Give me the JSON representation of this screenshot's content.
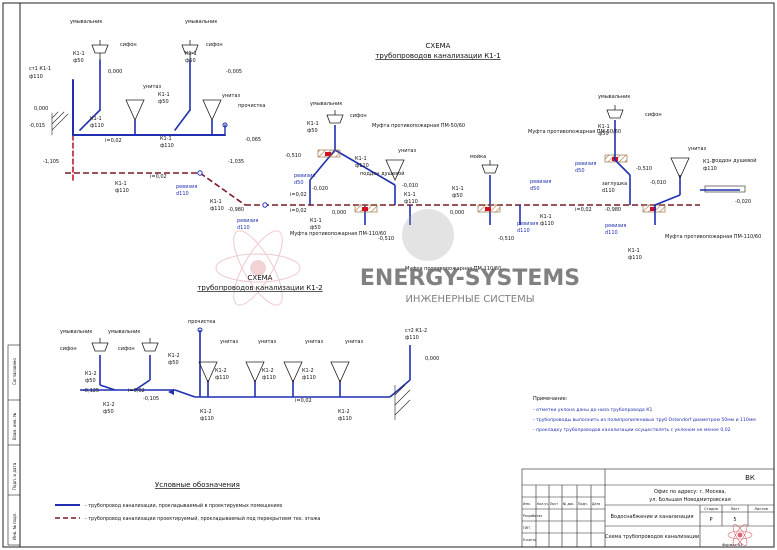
{
  "title": {
    "line1": "СХЕМА",
    "line2": "трубопроводов канализации К1-1"
  },
  "title2": {
    "line1": "СХЕМА",
    "line2": "трубопроводов канализации К1-2"
  },
  "watermark": {
    "brand": "ENERGY-SYSTEMS",
    "subtitle": "ИНЖЕНЕРНЫЕ СИСТЕМЫ"
  },
  "labels": {
    "sink": "умывальник",
    "siphon": "сифон",
    "toilet": "унитаз",
    "cleanout": "прочистка",
    "washer": "мойка",
    "pallet": "поддон душевой",
    "revision": "ревизия",
    "d110": "d110",
    "d50": "d50",
    "coupling50": "Муфта противопожарная ПМ-50/60",
    "coupling110": "Муфта противопожарная ПМ-110/60",
    "plug": "заглушка",
    "k11": "К1-1",
    "k12": "К1-2",
    "ph50": "ф50",
    "ph110": "ф110",
    "riser1": "ст1 К1-1",
    "riser2": "ст2 К1-2",
    "slope": "i=0,02"
  },
  "levels": [
    "0,000",
    "-0,015",
    "-0,065",
    "-1,105",
    "-1,035",
    "-0,510",
    "-0,020",
    "-0,010",
    "-0,980",
    "-0,105",
    "-0,125",
    "-0,005"
  ],
  "notes": {
    "heading": "Примечание:",
    "items": [
      "- отметки уклона даны до низа трубопровода К1",
      "- трубопроводы выполнить из полипропиленовых труб Ostendorf диаметром 50мм и 110мм",
      "- прокладку трубопроводов канализации осуществлять с уклоном не менее 0,02"
    ]
  },
  "legend": {
    "heading": "Условные обозначения",
    "solid": "- трубопровод канализации, прокладываемый в проектируемых помещениях",
    "dashed": "- трубопровод канализации проектируемый, прокладываемый под перекрытием тех. этажа"
  },
  "stamp": {
    "code": "ВК",
    "address1": "Офис по адресу: г. Москва,",
    "address2": "ул. Большая Новодмитровская",
    "section": "Водоснабжение и канализация",
    "sheet_title": "Схема трубопроводов канализации",
    "stage_h": "Стадия",
    "sheet_h": "Лист",
    "sheets_h": "Листов",
    "stage": "Р",
    "sheet": "5",
    "format": "Формат   А3",
    "row_heads": [
      "Изм.",
      "Кол.уч.",
      "Лист",
      "№ док.",
      "Подп.",
      "Дата"
    ],
    "roles": [
      "Разработал",
      "ГИП",
      "Н.контр"
    ]
  },
  "side": [
    "Согласовано",
    "Взам. инв. №",
    "Подп. и дата",
    "Инв. № подл."
  ]
}
